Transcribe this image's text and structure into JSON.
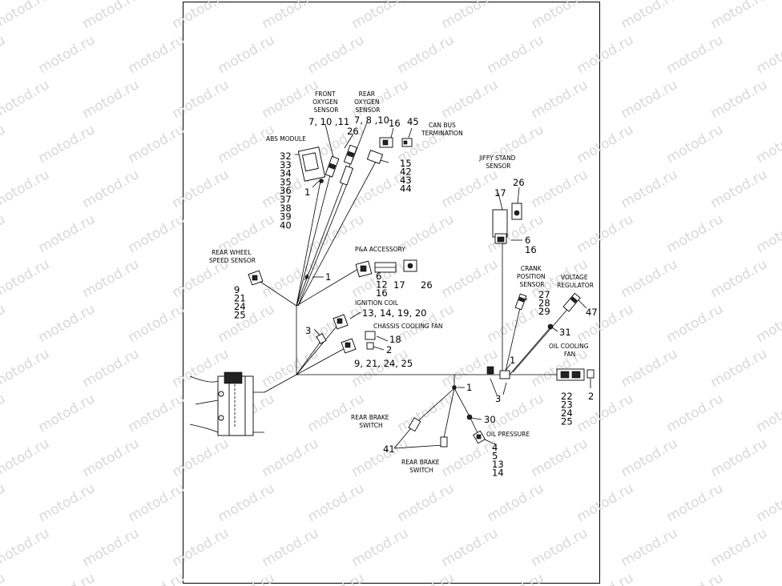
{
  "watermark": "motod.ru",
  "labels": {
    "front_oxygen_sensor": [
      "FRONT",
      "OXYGEN",
      "SENSOR"
    ],
    "rear_oxygen_sensor": [
      "REAR",
      "OXYGEN",
      "SENSOR"
    ],
    "can_bus_termination": [
      "CAN BUS",
      "TERMINATION"
    ],
    "abs_module": "ABS MODULE",
    "jiffy_stand_sensor": [
      "JIFFY STAND",
      "SENSOR"
    ],
    "rear_wheel_speed_sensor": [
      "REAR WHEEL",
      "SPEED SENSOR"
    ],
    "pa_accessory": "P&A ACCESSORY",
    "crank_position_sensor": [
      "CRANK",
      "POSITION",
      "SENSOR"
    ],
    "voltage_regulator": [
      "VOLTAGE",
      "REGULATOR"
    ],
    "ignition_coil": "IGNITION COIL",
    "chassis_cooling_fan": "CHASSIS COOLING FAN",
    "oil_cooling_fan": [
      "OIL COOLING",
      "FAN"
    ],
    "rear_brake_switch_left": [
      "REAR BRAKE",
      "SWITCH"
    ],
    "oil_pressure": "OIL PRESSURE",
    "rear_brake_switch_bottom": [
      "REAR BRAKE",
      "SWITCH"
    ]
  },
  "callouts": {
    "front_o2": "7, 10 ,11",
    "rear_o2": "7, 8 ,10",
    "c16_top": "16",
    "c45": "45",
    "c26_top": "26",
    "abs": [
      "32",
      "33",
      "34",
      "35",
      "36",
      "37",
      "38",
      "39",
      "40"
    ],
    "c1_abs": "1",
    "can": [
      "15",
      "42",
      "43",
      "44"
    ],
    "jiffy_17": "17",
    "jiffy_26": "26",
    "jiffy_6_16": [
      "6",
      "16"
    ],
    "wheel_speed": [
      "9",
      "21",
      "24",
      "25"
    ],
    "c1_mid": "1",
    "pa": [
      "6",
      "12",
      "16"
    ],
    "pa_17": "17",
    "pa_26": "26",
    "crank": [
      "27",
      "28",
      "29"
    ],
    "voltage_47": "47",
    "ignition": "13, 14, 19, 20",
    "c31": "31",
    "c3_left": "3",
    "c18": "18",
    "c2_chassis": "2",
    "chassis_fan": "9, 21, 24, 25",
    "c1_right": "1",
    "c1_center": "1",
    "c3_bottom": "3",
    "oil_fan": [
      "22",
      "23",
      "24",
      "25"
    ],
    "c2_right": "2",
    "c30": "30",
    "c41": "41",
    "oil_pressure": [
      "4",
      "5",
      "13",
      "14"
    ]
  }
}
